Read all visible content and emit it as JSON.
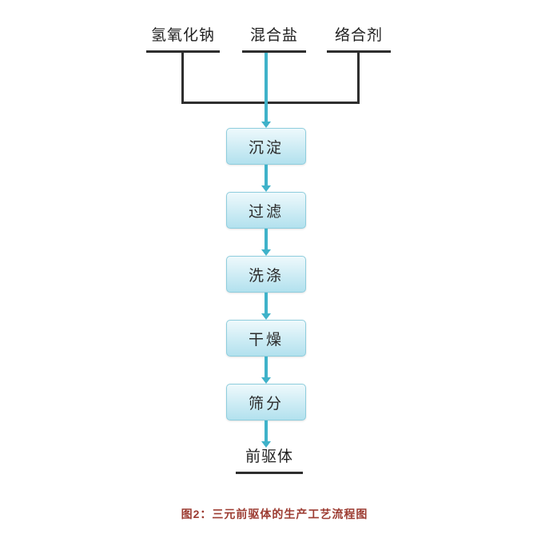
{
  "diagram": {
    "inputs": [
      {
        "label": "氢氧化钠"
      },
      {
        "label": "混合盐"
      },
      {
        "label": "络合剂"
      }
    ],
    "steps": [
      {
        "label": "沉淀"
      },
      {
        "label": "过滤"
      },
      {
        "label": "洗涤"
      },
      {
        "label": "干燥"
      },
      {
        "label": "筛分"
      }
    ],
    "output": {
      "label": "前驱体"
    },
    "caption": "图2：三元前驱体的生产工艺流程图",
    "colors": {
      "arrow": "#3fb2c9",
      "connector": "#2e2e2e",
      "box_border": "#8ecddd",
      "box_fill_top": "#eef9fc",
      "box_fill_bottom": "#b2e1ee",
      "caption_text": "#9c3b31"
    }
  }
}
